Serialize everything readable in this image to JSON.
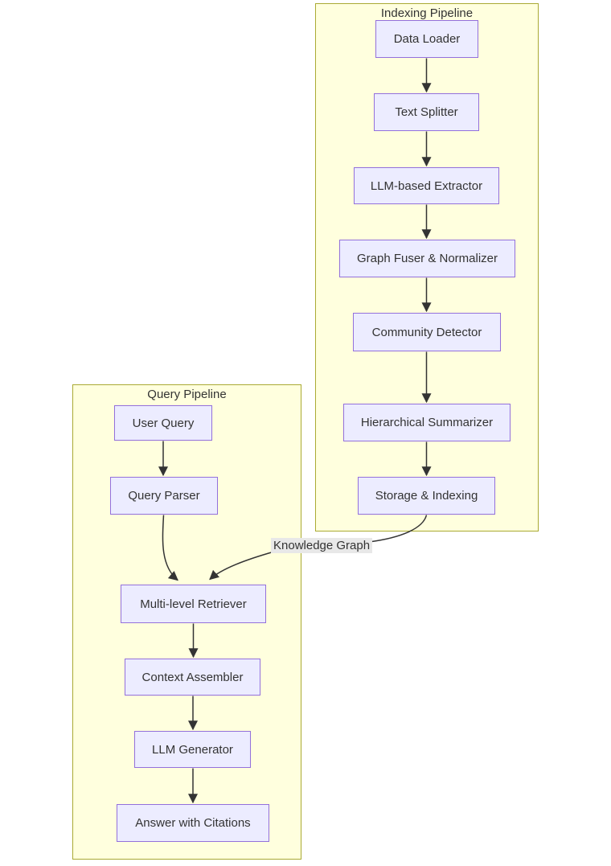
{
  "diagram": {
    "type": "flowchart",
    "direction": "top-down",
    "subgraphs": [
      {
        "id": "indexing-pipeline",
        "title": "Indexing Pipeline",
        "nodes": [
          {
            "id": "data-loader",
            "label": "Data Loader"
          },
          {
            "id": "text-splitter",
            "label": "Text Splitter"
          },
          {
            "id": "llm-based-extractor",
            "label": "LLM-based Extractor"
          },
          {
            "id": "graph-fuser-normalizer",
            "label": "Graph Fuser & Normalizer"
          },
          {
            "id": "community-detector",
            "label": "Community Detector"
          },
          {
            "id": "hierarchical-summarizer",
            "label": "Hierarchical Summarizer"
          },
          {
            "id": "storage-indexing",
            "label": "Storage & Indexing"
          }
        ]
      },
      {
        "id": "query-pipeline",
        "title": "Query Pipeline",
        "nodes": [
          {
            "id": "user-query",
            "label": "User Query"
          },
          {
            "id": "query-parser",
            "label": "Query Parser"
          },
          {
            "id": "multi-level-retriever",
            "label": "Multi-level Retriever"
          },
          {
            "id": "context-assembler",
            "label": "Context Assembler"
          },
          {
            "id": "llm-generator",
            "label": "LLM Generator"
          },
          {
            "id": "answer-with-citations",
            "label": "Answer with Citations"
          }
        ]
      }
    ],
    "edges": [
      {
        "from": "Data Loader",
        "to": "Text Splitter",
        "label": ""
      },
      {
        "from": "Text Splitter",
        "to": "LLM-based Extractor",
        "label": ""
      },
      {
        "from": "LLM-based Extractor",
        "to": "Graph Fuser & Normalizer",
        "label": ""
      },
      {
        "from": "Graph Fuser & Normalizer",
        "to": "Community Detector",
        "label": ""
      },
      {
        "from": "Community Detector",
        "to": "Hierarchical Summarizer",
        "label": ""
      },
      {
        "from": "Hierarchical Summarizer",
        "to": "Storage & Indexing",
        "label": ""
      },
      {
        "from": "Storage & Indexing",
        "to": "Multi-level Retriever",
        "label": "Knowledge Graph"
      },
      {
        "from": "User Query",
        "to": "Query Parser",
        "label": ""
      },
      {
        "from": "Query Parser",
        "to": "Multi-level Retriever",
        "label": ""
      },
      {
        "from": "Multi-level Retriever",
        "to": "Context Assembler",
        "label": ""
      },
      {
        "from": "Context Assembler",
        "to": "LLM Generator",
        "label": ""
      },
      {
        "from": "LLM Generator",
        "to": "Answer with Citations",
        "label": ""
      }
    ],
    "colors": {
      "node_fill": "#ECECFF",
      "node_border": "#9370DB",
      "subgraph_fill": "#FFFFDE",
      "subgraph_border": "#AAAA33",
      "edge": "#333333",
      "text": "#333333",
      "edge_label_bg": "#E8E8E8",
      "background": "#FFFFFF"
    }
  }
}
